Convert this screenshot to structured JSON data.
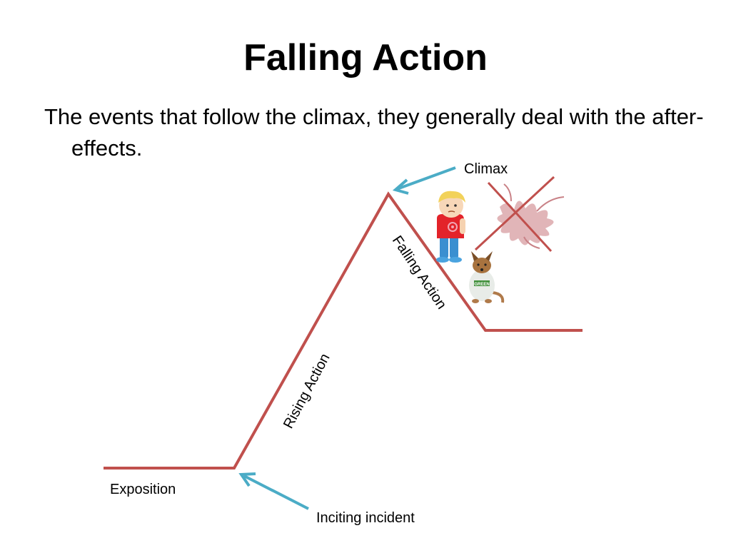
{
  "slide": {
    "title": "Falling Action",
    "body": "The events that follow the climax, they generally deal with the after-effects."
  },
  "diagram": {
    "line_color": "#c0504d",
    "arrow_color": "#4bacc6",
    "labels": {
      "climax": "Climax",
      "rising_action": "Rising Action",
      "falling_action": "Falling Action",
      "exposition": "Exposition",
      "inciting_incident": "Inciting incident"
    },
    "illustrations": {
      "boy": "boy-clipart-icon",
      "dog": "dog-in-shirt-clipart-icon",
      "crossed_out": "crossed-out-splash-icon",
      "dog_shirt_text": "GREEN"
    }
  }
}
